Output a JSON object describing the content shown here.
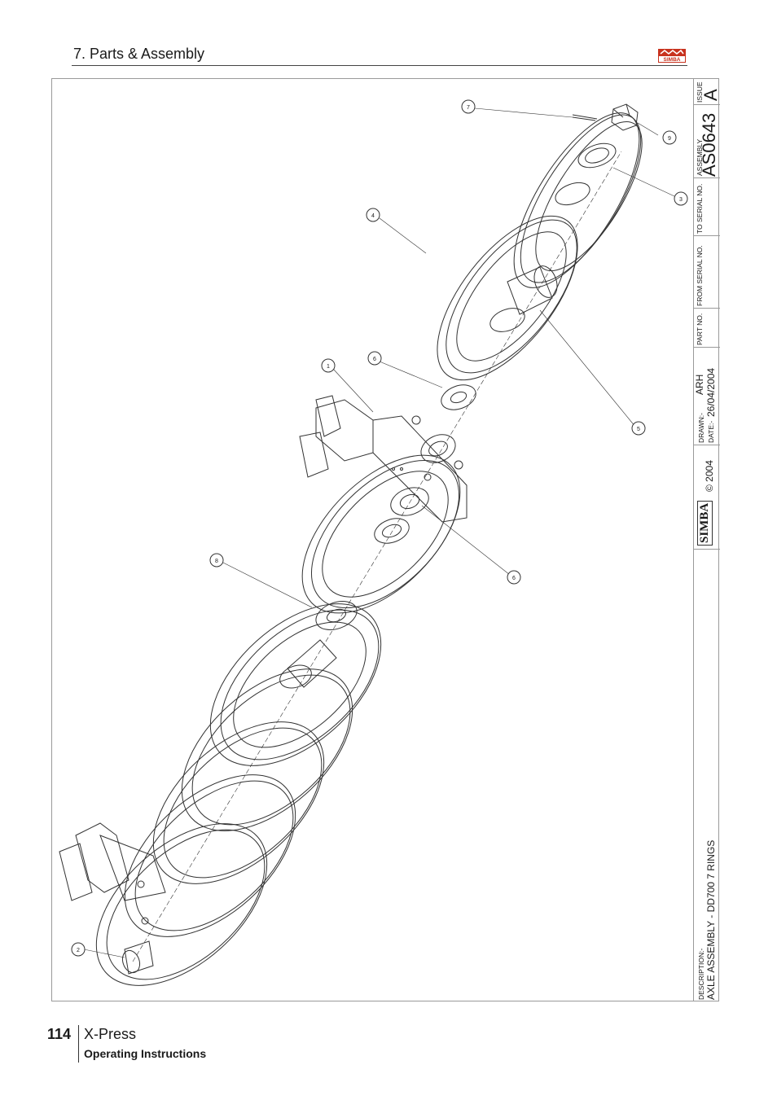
{
  "header": {
    "section_title": "7. Parts & Assembly",
    "logo_text": "SIMBA"
  },
  "drawing": {
    "balloons": [
      "1",
      "2",
      "3",
      "4",
      "5",
      "6",
      "6",
      "7",
      "8",
      "9"
    ]
  },
  "title_block": {
    "issue_label": "ISSUE",
    "issue_value": "A",
    "assembly_label": "ASSEMBLY",
    "assembly_value": "AS0643",
    "to_serial_label": "TO SERIAL NO.",
    "from_serial_label": "FROM SERIAL NO.",
    "part_no_label": "PART NO.",
    "drawn_label": "DRAWN:-",
    "drawn_value": "ARH",
    "date_label": "DATE:-",
    "date_value": "26/04/2004",
    "copyright": "© 2004",
    "logo_text": "SIMBA",
    "description_label": "DESCRIPTION:-",
    "description_value": "AXLE ASSEMBLY - DD700 7 RINGS"
  },
  "footer": {
    "page_number": "114",
    "product": "X-Press",
    "subtitle": "Operating Instructions"
  },
  "colors": {
    "logo_red": "#c8321e",
    "line": "#333333"
  }
}
